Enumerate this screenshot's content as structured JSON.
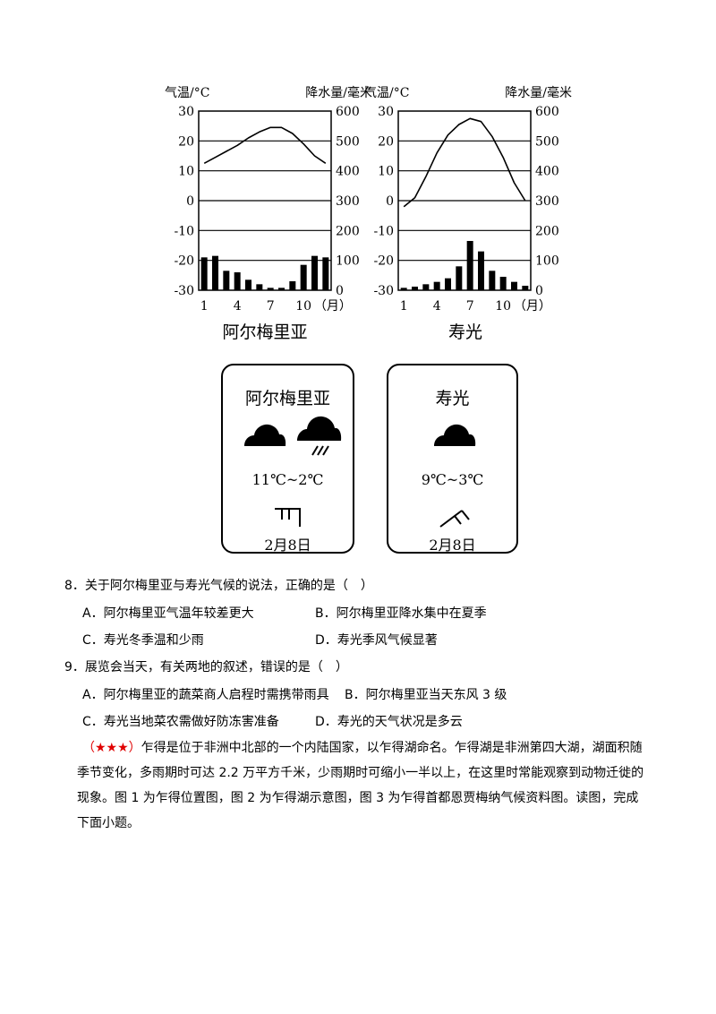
{
  "chart_data": [
    {
      "type": "bar",
      "title": "阿尔梅里亚",
      "ylabel_left": "气温/°C",
      "ylabel_right": "降水量/毫米",
      "x_ticks": [
        "1",
        "4",
        "7",
        "10",
        "（月）"
      ],
      "y_left_ticks": [
        "30",
        "20",
        "10",
        "0",
        "-10",
        "-20",
        "-30"
      ],
      "y_right_ticks": [
        "600",
        "500",
        "400",
        "300",
        "200",
        "100",
        "0"
      ],
      "ylim_left": [
        -30,
        30
      ],
      "ylim_right": [
        0,
        600
      ],
      "grid": "horizontal",
      "categories": [
        1,
        2,
        3,
        4,
        5,
        6,
        7,
        8,
        9,
        10,
        11,
        12
      ],
      "series": [
        {
          "type": "bar",
          "axis": "right",
          "values": [
            110,
            115,
            65,
            60,
            35,
            20,
            8,
            8,
            30,
            85,
            115,
            110
          ]
        },
        {
          "type": "line",
          "axis": "left",
          "values": [
            12.5,
            14.5,
            16.5,
            18.5,
            21,
            23,
            24.5,
            24.5,
            22.5,
            19,
            15,
            12.5
          ]
        }
      ]
    },
    {
      "type": "bar",
      "title": "寿光",
      "ylabel_left": "气温/°C",
      "ylabel_right": "降水量/毫米",
      "x_ticks": [
        "1",
        "4",
        "7",
        "10",
        "（月）"
      ],
      "y_left_ticks": [
        "30",
        "20",
        "10",
        "0",
        "-10",
        "-20",
        "-30"
      ],
      "y_right_ticks": [
        "600",
        "500",
        "400",
        "300",
        "200",
        "100",
        "0"
      ],
      "ylim_left": [
        -30,
        30
      ],
      "ylim_right": [
        0,
        600
      ],
      "grid": "horizontal",
      "categories": [
        1,
        2,
        3,
        4,
        5,
        6,
        7,
        8,
        9,
        10,
        11,
        12
      ],
      "series": [
        {
          "type": "bar",
          "axis": "right",
          "values": [
            8,
            12,
            20,
            28,
            40,
            80,
            165,
            130,
            65,
            45,
            28,
            15
          ]
        },
        {
          "type": "line",
          "axis": "left",
          "values": [
            -2,
            1,
            8,
            16,
            22,
            25.5,
            27.5,
            26.5,
            21.5,
            14.5,
            6,
            0
          ]
        }
      ]
    }
  ],
  "cards": [
    {
      "city": "阿尔梅里亚",
      "temp": "11℃~2℃",
      "date": "2月8日",
      "icons": [
        "cloud-icon",
        "rain-cloud-icon",
        "wind-east-level-3-icon"
      ]
    },
    {
      "city": "寿光",
      "temp": "9℃~3℃",
      "date": "2月8日",
      "icons": [
        "cloud-icon",
        "wind-northeast-level-2-icon"
      ]
    }
  ],
  "q8": {
    "stem": "8．关于阿尔梅里亚与寿光气候的说法，正确的是（　）",
    "A": "A．阿尔梅里亚气温年较差更大",
    "B": "B．阿尔梅里亚降水集中在夏季",
    "C": "C．寿光冬季温和少雨",
    "D": "D．寿光季风气候显著"
  },
  "q9": {
    "stem": "9．展览会当天，有关两地的叙述，错误的是（　）",
    "A": "A．阿尔梅里亚的蔬菜商人启程时需携带雨具",
    "B": "B．阿尔梅里亚当天东风 3 级",
    "C": "C．寿光当地菜农需做好防冻害准备",
    "D": "D．寿光的天气状况是多云"
  },
  "passage": {
    "stars": "（★★★）",
    "text": "乍得是位于非洲中北部的一个内陆国家，以乍得湖命名。乍得湖是非洲第四大湖，湖面积随季节变化，多雨期时可达 2.2 万平方千米，少雨期时可缩小一半以上，在这里时常能观察到动物迁徙的现象。图 1 为乍得位置图，图 2 为乍得湖示意图，图 3 为乍得首都恩贾梅纳气候资料图。读图，完成下面小题。"
  }
}
